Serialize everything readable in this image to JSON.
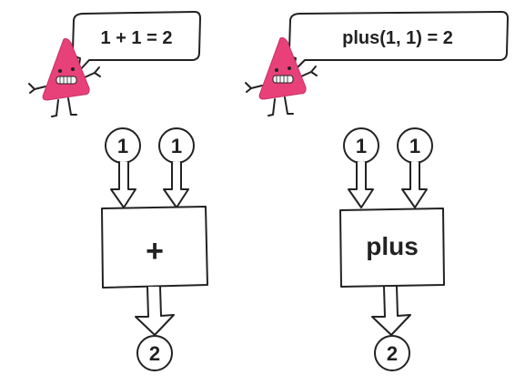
{
  "left_panel": {
    "speech": "1 + 1 = 2",
    "input_a": "1",
    "input_b": "1",
    "operator": "+",
    "output": "2"
  },
  "right_panel": {
    "speech": "plus(1, 1) = 2",
    "input_a": "1",
    "input_b": "1",
    "operator": "plus",
    "output": "2"
  },
  "colors": {
    "mascot": "#e8417a",
    "ink": "#222222"
  }
}
